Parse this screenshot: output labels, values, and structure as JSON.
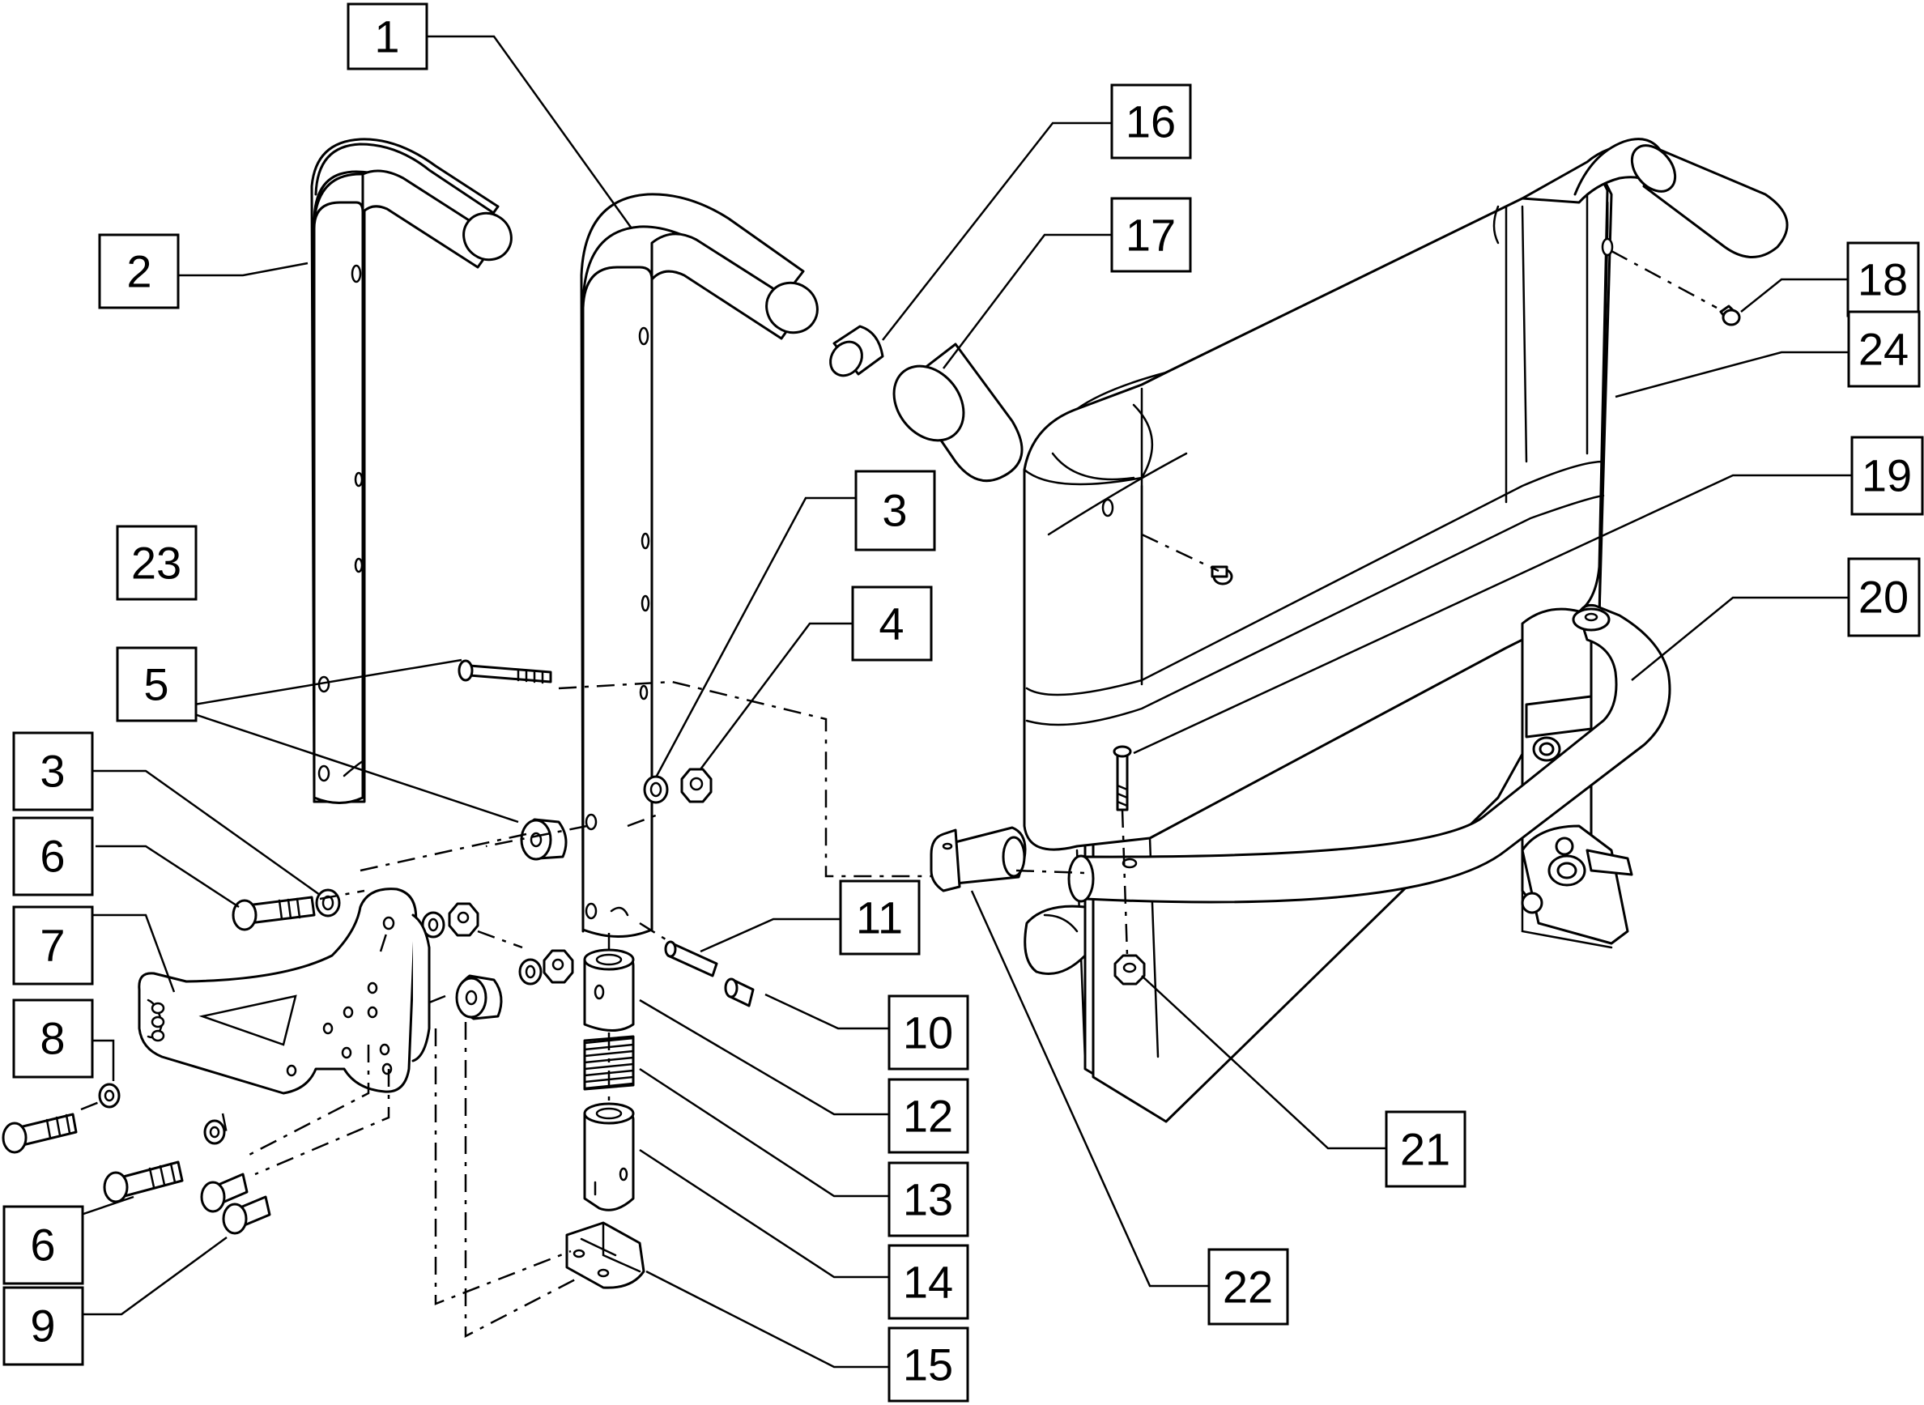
{
  "callouts": [
    {
      "id": "c-1",
      "label": "1"
    },
    {
      "id": "c-2",
      "label": "2"
    },
    {
      "id": "c-3a",
      "label": "3"
    },
    {
      "id": "c-3b",
      "label": "3"
    },
    {
      "id": "c-4",
      "label": "4"
    },
    {
      "id": "c-5",
      "label": "5"
    },
    {
      "id": "c-6a",
      "label": "6"
    },
    {
      "id": "c-6b",
      "label": "6"
    },
    {
      "id": "c-7",
      "label": "7"
    },
    {
      "id": "c-8",
      "label": "8"
    },
    {
      "id": "c-9",
      "label": "9"
    },
    {
      "id": "c-10",
      "label": "10"
    },
    {
      "id": "c-11",
      "label": "11"
    },
    {
      "id": "c-12",
      "label": "12"
    },
    {
      "id": "c-13",
      "label": "13"
    },
    {
      "id": "c-14",
      "label": "14"
    },
    {
      "id": "c-15",
      "label": "15"
    },
    {
      "id": "c-16",
      "label": "16"
    },
    {
      "id": "c-17",
      "label": "17"
    },
    {
      "id": "c-18",
      "label": "18"
    },
    {
      "id": "c-19",
      "label": "19"
    },
    {
      "id": "c-20",
      "label": "20"
    },
    {
      "id": "c-21",
      "label": "21"
    },
    {
      "id": "c-22",
      "label": "22"
    },
    {
      "id": "c-23",
      "label": "23"
    },
    {
      "id": "c-24",
      "label": "24"
    }
  ],
  "colors": {
    "line": "#000000",
    "fill": "#ffffff"
  }
}
